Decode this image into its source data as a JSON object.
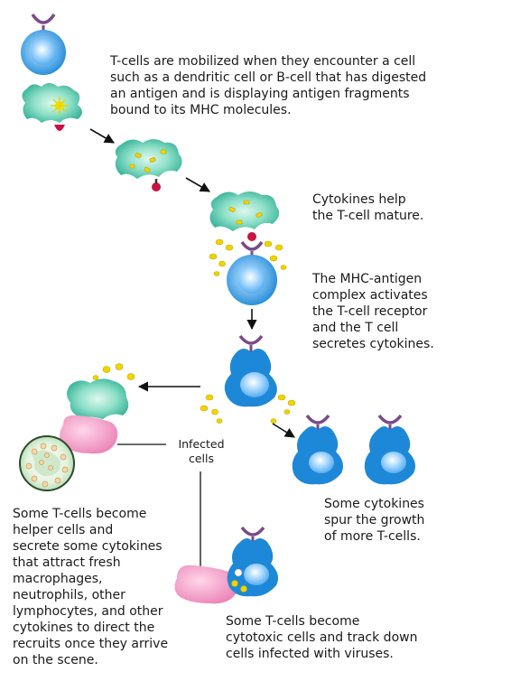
{
  "captions": {
    "intro": "T-cells are mobilized when they encounter a cell\nsuch as a dendritic cell or B-cell that has digested\nan antigen and is displaying antigen fragments\nbound to its MHC molecules.",
    "cytokines_help": "Cytokines help\nthe T-cell mature.",
    "mhc_activation": "The MHC-antigen\ncomplex activates\nthe T-cell receptor\nand the T cell\nsecretes cytokines.",
    "infected_cells": "Infected\ncells",
    "growth": "Some cytokines\nspur the growth\nof more T-cells.",
    "helper": "Some T-cells become\nhelper cells and\nsecrete some cytokines\nthat attract fresh\nmacrophages,\nneutrophils, other\nlymphocytes, and other\ncytokines to direct the\nrecruits once they arrive\non the scene.",
    "cytotoxic": "Some T-cells become\ncytotoxic cells and track down\ncells infected with viruses."
  },
  "colors": {
    "tcell_blue": "#1e88d8",
    "tcell_light": "#9fd4ff",
    "dendritic_teal": "#3fbfa6",
    "cytokine_yellow": "#f0d400",
    "receptor_purple": "#7a4a8a",
    "infected_pink": "#ef8fc0",
    "mhc_red": "#cc1144"
  }
}
